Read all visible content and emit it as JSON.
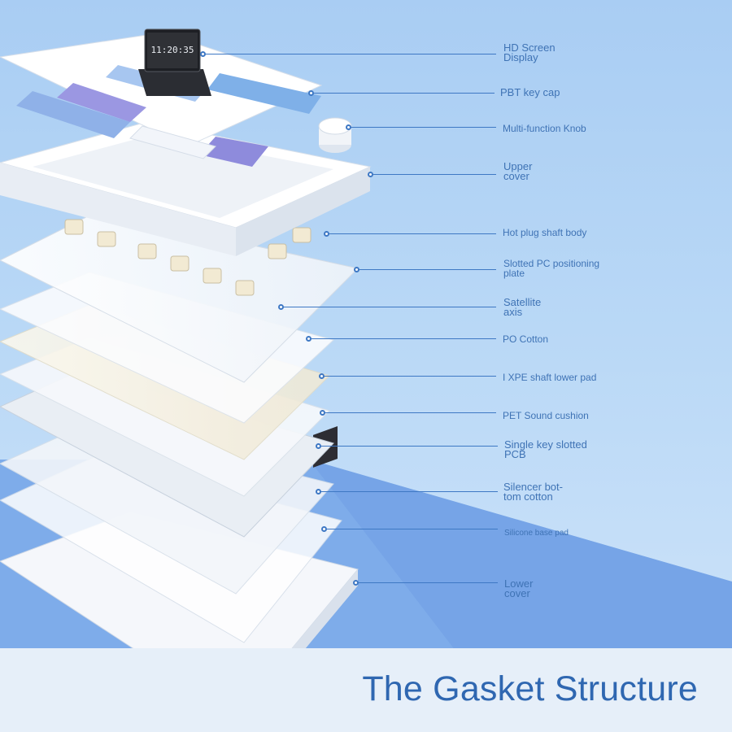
{
  "colors": {
    "label": "#3f73b5",
    "leader": "#3e78c4",
    "title": "#2f67b1",
    "accent_blue": "#5b8fd8",
    "accent_purple": "#8a86db"
  },
  "screen_time": "11:20:35",
  "callouts": [
    {
      "label": "HD Screen\nDisplay",
      "size": "large"
    },
    {
      "label": "PBT key cap",
      "size": "large"
    },
    {
      "label": "Multi-function Knob",
      "size": "normal"
    },
    {
      "label": "Upper\ncover",
      "size": "large"
    },
    {
      "label": "Hot plug shaft body",
      "size": "normal"
    },
    {
      "label": "Slotted PC positioning\nplate",
      "size": "normal"
    },
    {
      "label": "Satellite\naxis",
      "size": "large"
    },
    {
      "label": "PO Cotton",
      "size": "normal"
    },
    {
      "label": "I XPE shaft lower pad",
      "size": "normal"
    },
    {
      "label": "PET Sound cushion",
      "size": "normal"
    },
    {
      "label": "Single key slotted\nPCB",
      "size": "large"
    },
    {
      "label": "Silencer bot-\ntom cotton",
      "size": "large"
    },
    {
      "label": "Silicone base pad",
      "size": "small"
    },
    {
      "label": "Lower\ncover",
      "size": "large"
    }
  ],
  "title": "The Gasket Structure"
}
